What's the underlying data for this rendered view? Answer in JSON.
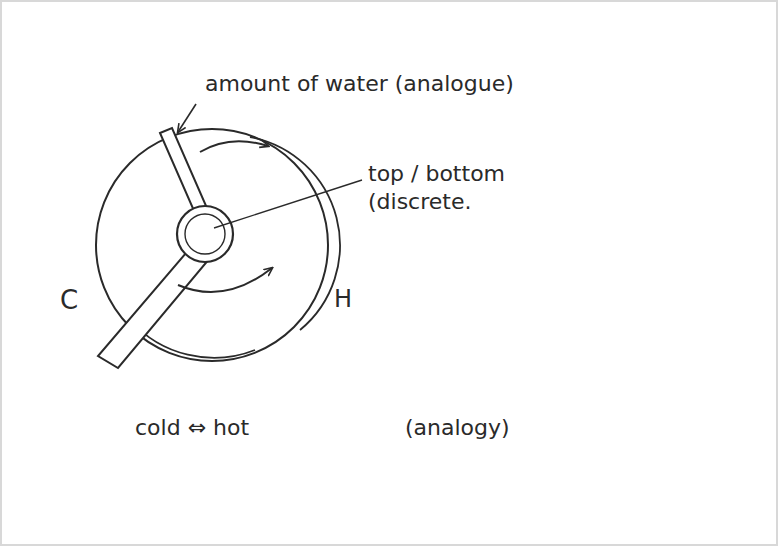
{
  "diagram": {
    "labels": [
      "amount of water (analogue)",
      "top / bottom (discrete.",
      "C",
      "H",
      "cold ⇔ hot",
      "(analogy)"
    ]
  }
}
